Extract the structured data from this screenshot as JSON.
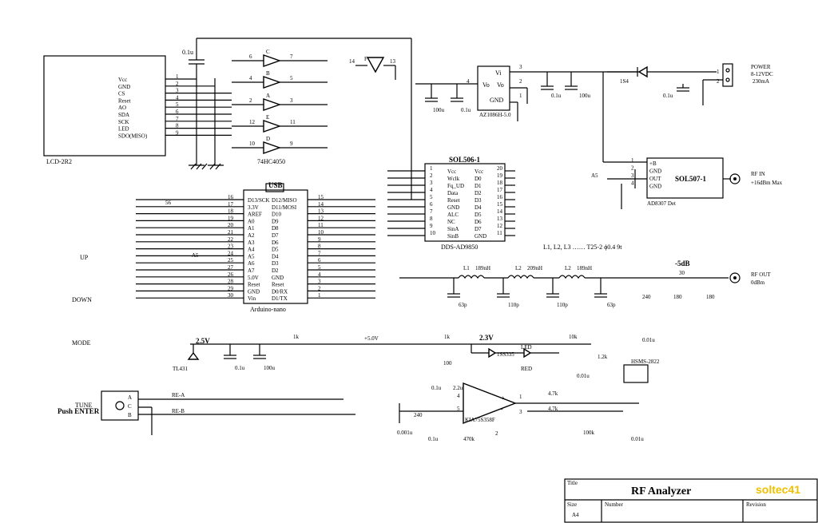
{
  "lcd": {
    "name": "LCD-2R2",
    "pins": [
      {
        "label": "Vcc",
        "num": "1"
      },
      {
        "label": "GND",
        "num": "2"
      },
      {
        "label": "CS",
        "num": "3"
      },
      {
        "label": "Reset",
        "num": "4"
      },
      {
        "label": "AO",
        "num": "5"
      },
      {
        "label": "SDA",
        "num": "6"
      },
      {
        "label": "SCK",
        "num": "7"
      },
      {
        "label": "LED",
        "num": "8"
      },
      {
        "label": "SDO(MISO)",
        "num": "9"
      }
    ]
  },
  "cap_lcd": "0.1u",
  "buffer": {
    "name": "74HC4050",
    "gates": [
      {
        "letter": "C",
        "in": "7",
        "out": "6"
      },
      {
        "letter": "B",
        "in": "5",
        "out": "4"
      },
      {
        "letter": "A",
        "in": "3",
        "out": "2"
      },
      {
        "letter": "E",
        "in": "11",
        "out": "12"
      },
      {
        "letter": "D",
        "in": "9",
        "out": "10"
      },
      {
        "letter": "F",
        "in": "14",
        "out": "13"
      }
    ]
  },
  "arduino": {
    "header": "USB",
    "name": "Arduino-nano",
    "left": [
      {
        "num": "16",
        "label": "D13/SCK"
      },
      {
        "num": "17",
        "label": "3.3V"
      },
      {
        "num": "18",
        "label": "AREF"
      },
      {
        "num": "19",
        "label": "A0"
      },
      {
        "num": "20",
        "label": "A1"
      },
      {
        "num": "21",
        "label": "A2"
      },
      {
        "num": "22",
        "label": "A3"
      },
      {
        "num": "23",
        "label": "A4"
      },
      {
        "num": "24",
        "label": "A5"
      },
      {
        "num": "25",
        "label": "A6"
      },
      {
        "num": "27",
        "label": "A7"
      },
      {
        "num": "26",
        "label": "5.0V"
      },
      {
        "num": "28",
        "label": "Reset"
      },
      {
        "num": "29",
        "label": "GND"
      },
      {
        "num": "30",
        "label": "Vin"
      }
    ],
    "right": [
      {
        "num": "15",
        "label": "D12/MISO"
      },
      {
        "num": "14",
        "label": "D11/MOSI"
      },
      {
        "num": "13",
        "label": "D10"
      },
      {
        "num": "12",
        "label": "D9"
      },
      {
        "num": "11",
        "label": "D8"
      },
      {
        "num": "10",
        "label": "D7"
      },
      {
        "num": "9",
        "label": "D6"
      },
      {
        "num": "8",
        "label": "D5"
      },
      {
        "num": "7",
        "label": "D4"
      },
      {
        "num": "6",
        "label": "D3"
      },
      {
        "num": "5",
        "label": "D2"
      },
      {
        "num": "4",
        "label": "GND"
      },
      {
        "num": "3",
        "label": "Reset"
      },
      {
        "num": "2",
        "label": "D0/RX"
      },
      {
        "num": "1",
        "label": "D1/TX"
      }
    ]
  },
  "dds": {
    "title": "SOL506-1",
    "name": "DDS-AD9850",
    "left": [
      {
        "num": "1",
        "label": "Vcc"
      },
      {
        "num": "2",
        "label": "Wclk"
      },
      {
        "num": "3",
        "label": "Fq_UD"
      },
      {
        "num": "4",
        "label": "Data"
      },
      {
        "num": "5",
        "label": "Reset"
      },
      {
        "num": "6",
        "label": "GND"
      },
      {
        "num": "7",
        "label": "ALC"
      },
      {
        "num": "8",
        "label": "NC"
      },
      {
        "num": "9",
        "label": "SinA"
      },
      {
        "num": "10",
        "label": "SinB"
      }
    ],
    "right": [
      {
        "num": "20",
        "label": "Vcc"
      },
      {
        "num": "19",
        "label": "D0"
      },
      {
        "num": "18",
        "label": "D1"
      },
      {
        "num": "17",
        "label": "D2"
      },
      {
        "num": "16",
        "label": "D3"
      },
      {
        "num": "15",
        "label": "D4"
      },
      {
        "num": "14",
        "label": "D5"
      },
      {
        "num": "13",
        "label": "D6"
      },
      {
        "num": "12",
        "label": "D7"
      },
      {
        "num": "11",
        "label": "GND"
      }
    ]
  },
  "regulator": {
    "name": "AZ1086H-5.0",
    "vi": "Vi",
    "vo1": "Vo",
    "vo2": "Vo",
    "gnd": "GND",
    "pin_vi": "3",
    "pin_vo1": "4",
    "pin_vo2": "2",
    "pin_gnd": "1"
  },
  "power": {
    "title": "POWER",
    "spec": "8-12VDC",
    "current": "230mA",
    "pin1": "1",
    "pin2": "2",
    "diode": "1S4"
  },
  "detector": {
    "title": "SOL507-1",
    "name": "AD8307 Det",
    "pins": [
      {
        "num": "1",
        "label": "+B"
      },
      {
        "num": "2",
        "label": "GND"
      },
      {
        "num": "3",
        "label": "OUT"
      },
      {
        "num": "4",
        "label": "GND"
      }
    ],
    "rf_in": "RF IN",
    "rf_in_spec": "+16dBm Max",
    "a5": "A5"
  },
  "filter": {
    "note": "L1, L2, L3 …… T25-2  ϕ0.4  9t",
    "l1": "L1",
    "l1v": "189nH",
    "l2": "L2",
    "l2v": "209nH",
    "l3": "L2",
    "l3v": "189nH",
    "c1": "63p",
    "c2": "110p",
    "c3": "110p",
    "c4": "63p"
  },
  "attenuator": {
    "title": "-5dB",
    "r_series": "30",
    "r_shunt1": "180",
    "r_shunt2": "180",
    "rf_out": "RF OUT",
    "rf_out_level": "0dBm"
  },
  "sensor": {
    "r240": "240",
    "c001": "0.01u",
    "diode": "HSMS-2822"
  },
  "controls": {
    "up": "UP",
    "down": "DOWN",
    "mode": "MODE",
    "tune": "TUNE",
    "tune2": "Push ENTER",
    "re_a": "RE-A",
    "re_b": "RE-B",
    "enc_a": "A",
    "enc_b": "B",
    "enc_c": "C",
    "r56": "56"
  },
  "reference": {
    "v25": "2.5V",
    "tl431": "TL431",
    "c01": "0.1u",
    "c100": "100u",
    "r1k": "1k",
    "v50": "+5.0V"
  },
  "opamp": {
    "name": "KIA75S358F",
    "r1k": "1k",
    "v33": "2.3V",
    "diode": "1SS335",
    "led": "LED",
    "led_color": "RED",
    "pot": "10k",
    "r12k": "1.2k",
    "c01": "0.01u",
    "r100": "100",
    "c01b": "0.1u",
    "c22": "2.2u",
    "r47a": "4.7k",
    "r47b": "4.7k",
    "r240": "240",
    "c0001": "0.001u",
    "c01c": "0.1u",
    "r470": "470k",
    "r100k": "100k",
    "c001": "0.01u",
    "pin1": "1",
    "pin3": "3",
    "pin4": "4",
    "pin5": "5",
    "pin2": "2"
  },
  "supply_caps": {
    "c100a": "100u",
    "c01a": "0.1u",
    "c01b": "0.1u",
    "c100b": "100u",
    "c01c": "0.1u"
  },
  "a5_left": "A5",
  "title_block": {
    "title_label": "Title",
    "title": "RF Analyzer",
    "brand": "soltec41",
    "size_label": "Size",
    "size": "A4",
    "number_label": "Number",
    "revision_label": "Revision"
  },
  "colors": {
    "brand": "#f0c000",
    "ink": "#000000"
  }
}
